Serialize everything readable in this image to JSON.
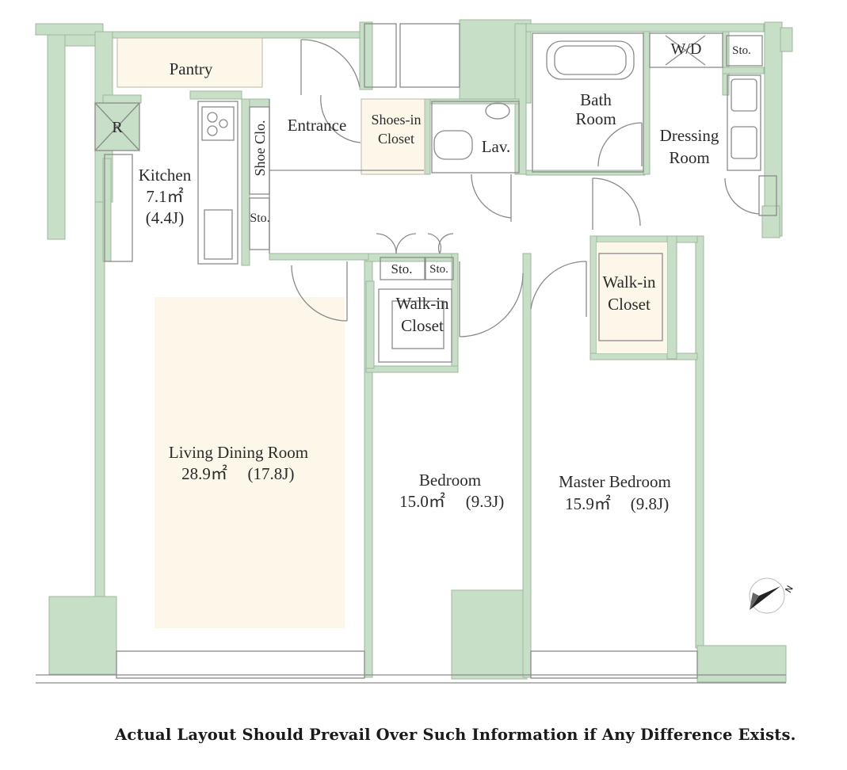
{
  "floor_plan": {
    "rooms": {
      "pantry": "Pantry",
      "refrigerator": "R",
      "kitchen": {
        "name": "Kitchen",
        "area": "7.1㎡",
        "jo": "(4.4J)"
      },
      "shoe_closet": "Shoe Clo.",
      "entrance": "Entrance",
      "shoes_in_closet": {
        "line1": "Shoes-in",
        "line2": "Closet"
      },
      "lavatory": "Lav.",
      "bath_room": {
        "line1": "Bath",
        "line2": "Room"
      },
      "washer_dryer": "W/D",
      "storage_top_right": "Sto.",
      "dressing_room": {
        "line1": "Dressing",
        "line2": "Room"
      },
      "storage_hall": "Sto.",
      "storage_a": "Sto.",
      "storage_b": "Sto.",
      "walk_in_closet_center": {
        "line1": "Walk-in",
        "line2": "Closet"
      },
      "walk_in_closet_right": {
        "line1": "Walk-in",
        "line2": "Closet"
      },
      "living_dining": {
        "name": "Living Dining Room",
        "area": "28.9㎡",
        "jo": "(17.8J)"
      },
      "bedroom": {
        "name": "Bedroom",
        "area": "15.0㎡",
        "jo": "(9.3J)"
      },
      "master_bedroom": {
        "name": "Master Bedroom",
        "area": "15.9㎡",
        "jo": "(9.8J)"
      }
    },
    "compass_label": "N",
    "colors": {
      "wall": "#c7dfc7",
      "floor_highlight": "#fcf7e8",
      "line": "#8a8a8a",
      "text": "#2b2b2b"
    }
  },
  "disclaimer": "Actual Layout Should Prevail Over Such Information if Any Difference Exists."
}
